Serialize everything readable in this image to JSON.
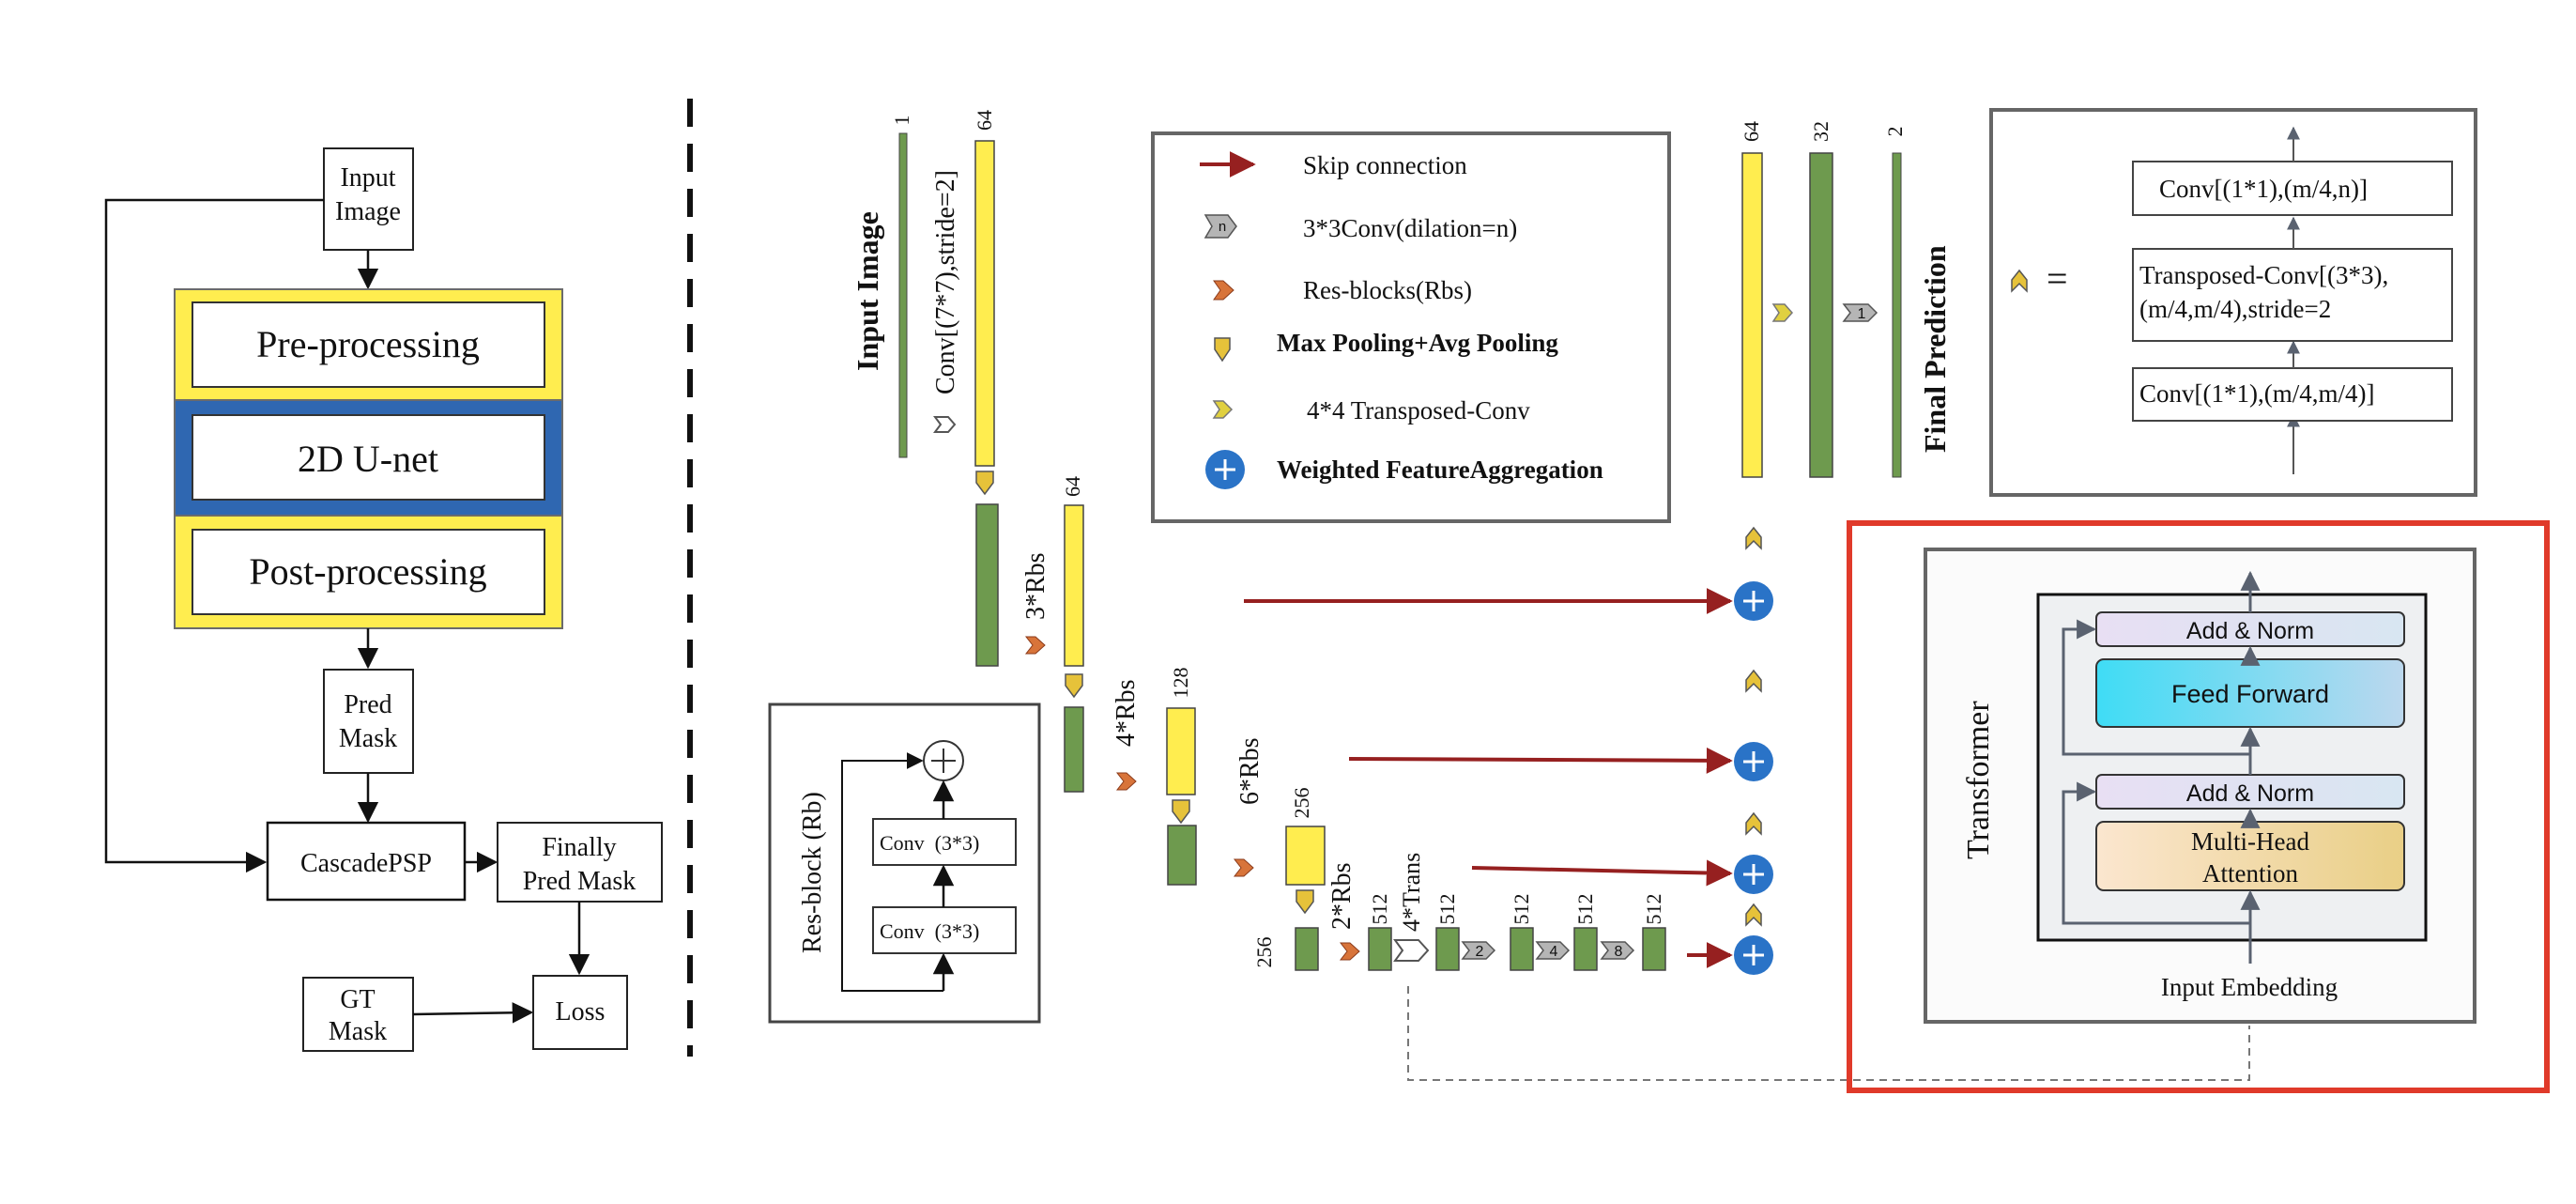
{
  "pipeline": {
    "input_image": [
      "Input",
      "Image"
    ],
    "pre_processing": "Pre-processing",
    "unet": "2D U-net",
    "post_processing": "Post-processing",
    "pred_mask": [
      "Pred",
      "Mask"
    ],
    "cascade": "CascadePSP",
    "finally_mask": [
      "Finally",
      "Pred Mask"
    ],
    "gt_mask": [
      "GT",
      "Mask"
    ],
    "loss": "Loss"
  },
  "network": {
    "input_image": "Input Image",
    "conv_first": "Conv[(7*7),stride=2]",
    "final_prediction": "Final Prediction",
    "rbs3": "3*Rbs",
    "rbs4": "4*Rbs",
    "rbs6": "6*Rbs",
    "rbs2": "2*Rbs",
    "trans4": "4*Trans",
    "ch": {
      "c1": "1",
      "c64a": "64",
      "c64b": "64",
      "c128": "128",
      "c256a": "256",
      "c256b": "256",
      "c512a": "512",
      "c512b": "512",
      "c512c": "512",
      "c512d": "512",
      "c512e": "512",
      "d64": "64",
      "d32": "32",
      "d2": "2"
    },
    "dil": {
      "d2": "2",
      "d4": "4",
      "d8": "8",
      "d1": "1"
    }
  },
  "legend": {
    "skip": "Skip connection",
    "dilated": "3*3Conv(dilation=n)",
    "dilated_icon_n": "n",
    "resblocks": "Res-blocks(Rbs)",
    "pooling": "Max Pooling+Avg Pooling",
    "transposed": "4*4 Transposed-Conv",
    "aggregation": "Weighted FeatureAggregation"
  },
  "decoder_def": {
    "equals": "=",
    "conv_top": "Conv[(1*1),(m/4,n)]",
    "transposed": [
      "Transposed-Conv[(3*3),",
      "(m/4,m/4),stride=2"
    ],
    "conv_bottom": "Conv[(1*1),(m/4,m/4)]"
  },
  "resblock": {
    "title": "Res-block (Rb)",
    "conv1": "Conv  (3*3)",
    "conv2": "Conv  (3*3)"
  },
  "transformer": {
    "title": "Transformer",
    "add_norm_top": "Add & Norm",
    "feed_forward": "Feed Forward",
    "add_norm_bottom": "Add & Norm",
    "attention": [
      "Multi-Head",
      "Attention"
    ],
    "embedding": "Input Embedding"
  },
  "colors": {
    "yellow": "#ffed4f",
    "green": "#6e9a4e",
    "blue": "#2f67b1",
    "skip_red": "#962020",
    "highlight_red": "#e03a2a",
    "aggregate_blue": "#2a73c7",
    "rbs_orange": "#d8743a",
    "pool_yellow": "#e6c23a"
  }
}
